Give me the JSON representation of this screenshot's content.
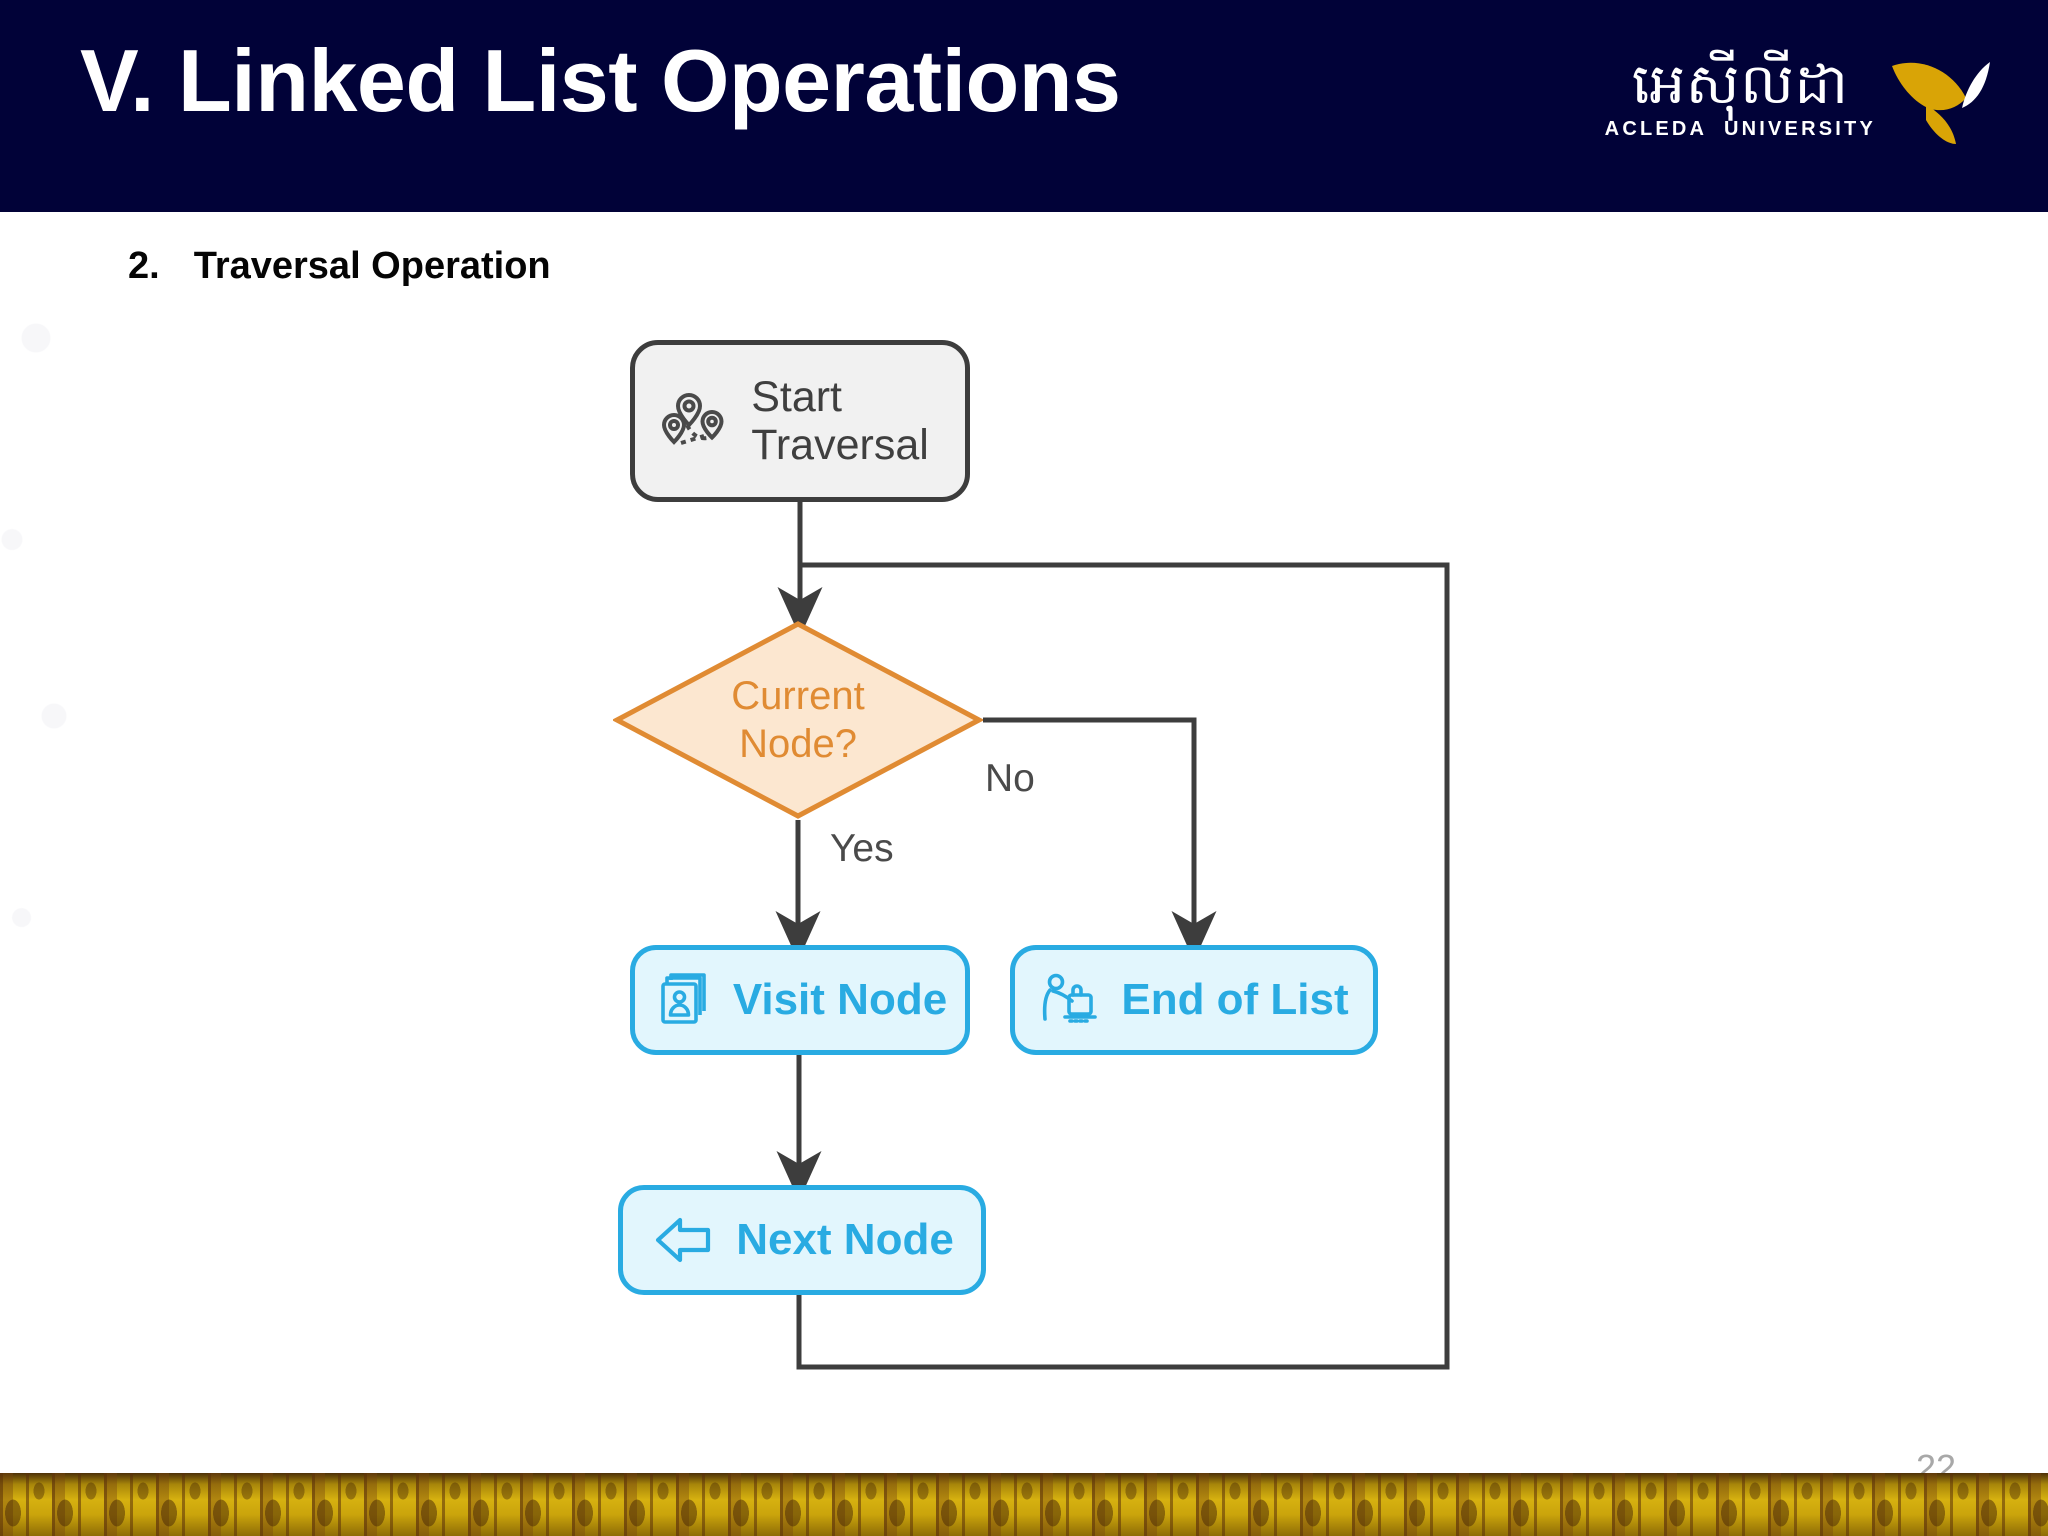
{
  "header": {
    "title": "V. Linked List Operations",
    "logo": {
      "khmer": "អេស៊ីលីដា",
      "sub": "ACLEDA  UNIVERSITY",
      "mark_icon": "bird-logo-icon",
      "gold": "#D9A406",
      "navy": "#010238"
    }
  },
  "content": {
    "bullet_number": "2.",
    "bullet_title": "Traversal Operation"
  },
  "flowchart": {
    "title": "Traversal Operation flowchart",
    "nodes": [
      {
        "id": "start",
        "label": "Start\nTraversal",
        "line1": "Start",
        "line2": "Traversal",
        "shape": "rounded-rect",
        "icon": "map-route-pins-icon",
        "fill": "#F1F1F1",
        "stroke": "#3D3D3D",
        "text_color": "#3F3F3F"
      },
      {
        "id": "decision",
        "label": "Current Node?",
        "line1": "Current",
        "line2": "Node?",
        "shape": "diamond",
        "fill": "#FCE7D0",
        "stroke": "#E08B33",
        "text_color": "#E08B33"
      },
      {
        "id": "visit",
        "label": "Visit Node",
        "shape": "rounded-rect",
        "icon": "book-person-icon",
        "fill": "#E2F6FD",
        "stroke": "#29ABE2",
        "text_color": "#29ABE2"
      },
      {
        "id": "endlist",
        "label": "End of List",
        "shape": "rounded-rect",
        "icon": "person-at-desk-icon",
        "fill": "#E2F6FD",
        "stroke": "#29ABE2",
        "text_color": "#29ABE2"
      },
      {
        "id": "next",
        "label": "Next Node",
        "shape": "rounded-rect",
        "icon": "arrow-left-icon",
        "fill": "#E2F6FD",
        "stroke": "#29ABE2",
        "text_color": "#29ABE2"
      }
    ],
    "edges": [
      {
        "from": "start",
        "to": "decision",
        "label": ""
      },
      {
        "from": "decision",
        "to": "visit",
        "label": "Yes"
      },
      {
        "from": "decision",
        "to": "endlist",
        "label": "No"
      },
      {
        "from": "visit",
        "to": "next",
        "label": ""
      },
      {
        "from": "next",
        "to": "decision",
        "label": ""
      }
    ],
    "edge_color": "#3D3D3D"
  },
  "footer": {
    "page_number": "22"
  }
}
